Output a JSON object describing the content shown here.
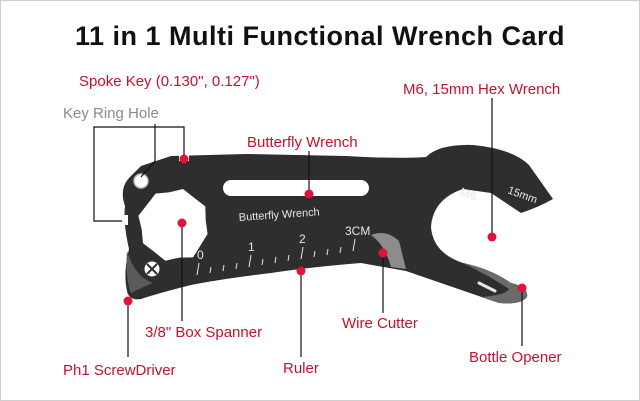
{
  "title": "11 in 1 Multi Functional Wrench Card",
  "colors": {
    "label": "#c8102e",
    "label_grey": "#8a8a8a",
    "tool_body": "#2e2e2e",
    "marker": "#e2123a"
  },
  "labels": {
    "spoke_key": "Spoke Key (0.130\", 0.127\")",
    "key_ring_hole": "Key Ring Hole",
    "butterfly_wrench": "Butterfly Wrench",
    "hex_wrench": "M6, 15mm Hex Wrench",
    "box_spanner": "3/8\" Box Spanner",
    "screwdriver": "Ph1 ScrewDriver",
    "ruler": "Ruler",
    "wire_cutter": "Wire Cutter",
    "bottle_opener": "Bottle Opener"
  },
  "engravings": {
    "slot_text": "Butterfly Wrench",
    "m6": "M6",
    "size_15mm": "15mm",
    "ruler_ticks": [
      "0",
      "1",
      "2",
      "3CM"
    ]
  }
}
